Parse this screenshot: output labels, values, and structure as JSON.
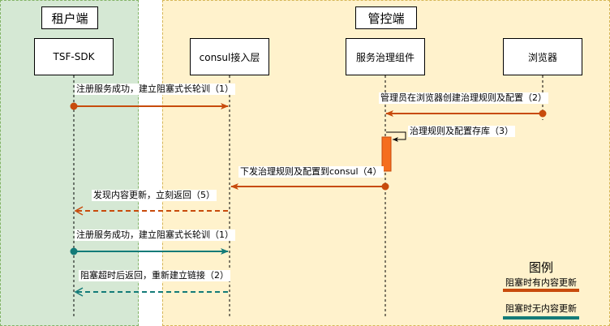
{
  "zones": {
    "tenant": "租户端",
    "management": "管控端"
  },
  "actors": {
    "sdk": "TSF-SDK",
    "consul": "consul接入层",
    "governance": "服务治理组件",
    "browser": "浏览器"
  },
  "messages": [
    "注册服务成功，建立阻塞式长轮训（1）",
    "管理员在浏览器创建治理规则及配置（2）",
    "治理规则及配置存库（3）",
    "下发治理规则及配置到consul（4）",
    "发现内容更新，立刻返回（5）",
    "注册服务成功，建立阻塞式长轮训（1）",
    "阻塞超时后返回，重新建立链接（2）"
  ],
  "legend": {
    "title": "图例",
    "update_label": "阻塞时有内容更新",
    "no_update_label": "阻塞时无内容更新"
  },
  "colors": {
    "update": "#c84b0c",
    "no_update": "#137b78",
    "tenant_zone": "#d5e8d4",
    "management_zone": "#fff2cc",
    "activation": "#f56e1e"
  }
}
